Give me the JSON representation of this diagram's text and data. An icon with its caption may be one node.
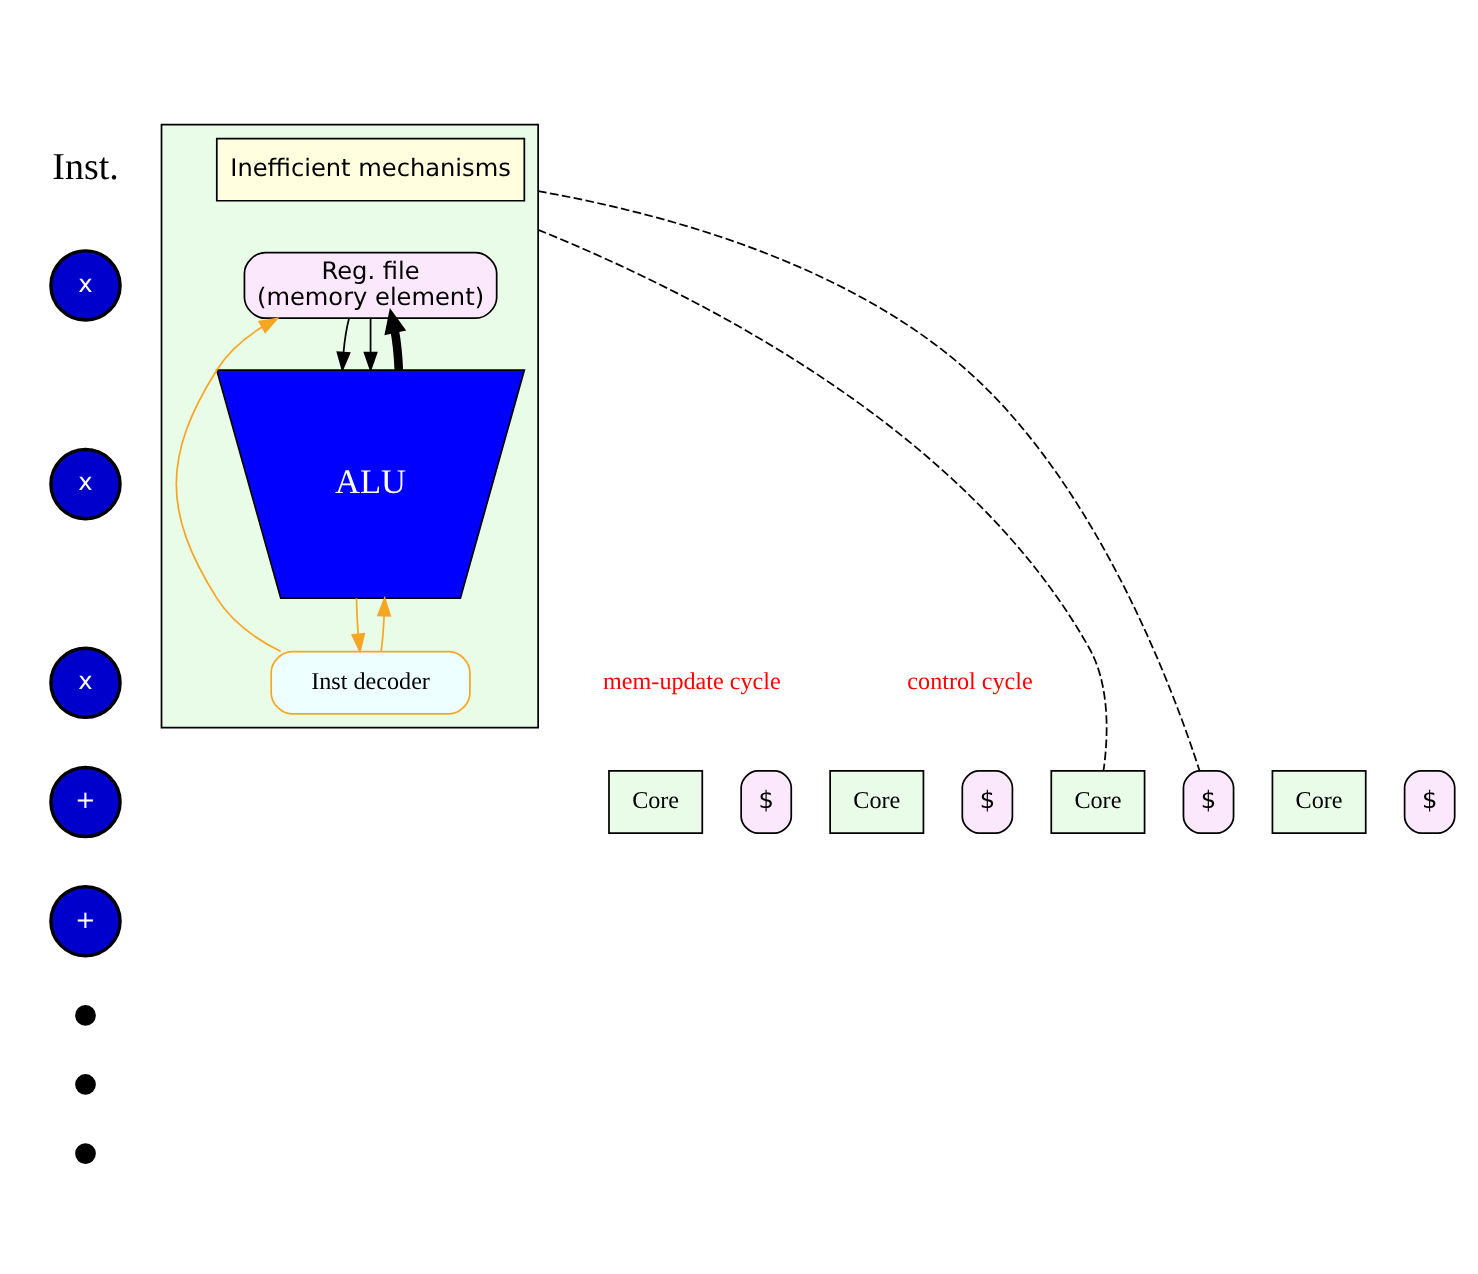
{
  "diagram": {
    "nodes": [
      {
        "text": [
          "x"
        ]
      },
      {
        "text": [
          "x"
        ]
      },
      {
        "text": [
          "x"
        ]
      },
      {
        "text": [
          "+"
        ]
      },
      {
        "text": [
          "+"
        ]
      },
      {
        "text": [],
        "shape": "circle"
      },
      {
        "text": [],
        "shape": "circle"
      },
      {
        "text": [],
        "shape": "circle"
      },
      {
        "text": [],
        "shape": "box"
      },
      {
        "text": [
          "Inefficient mechanisms"
        ],
        "in": 8
      },
      {
        "text": [
          "Reg. file",
          "(memory element)"
        ],
        "in": 8
      },
      {
        "text": [
          "ALU"
        ],
        "in": 8
      },
      {
        "text": [
          "Inst decoder"
        ],
        "in": 8
      },
      {
        "text": [
          "Core"
        ]
      },
      {
        "text": [
          "$"
        ]
      },
      {
        "text": [
          "Core"
        ]
      },
      {
        "text": [
          "$"
        ]
      },
      {
        "text": [
          "Core"
        ]
      },
      {
        "text": [
          "$"
        ]
      },
      {
        "text": [
          "Core"
        ]
      },
      {
        "text": [
          "$"
        ]
      }
    ],
    "edges": [
      {
        "from": 10,
        "to": 11,
        "arrow": "to"
      },
      {
        "from": 10,
        "to": 11,
        "arrow": "to"
      },
      {
        "from": 11,
        "to": 10,
        "arrow": "to",
        "style": "thick"
      },
      {
        "from": 12,
        "to": 10,
        "arrow": "to",
        "color": "#f5a623"
      },
      {
        "from": 12,
        "to": 11,
        "arrow": "to",
        "color": "#f5a623"
      },
      {
        "from": 11,
        "to": 12,
        "arrow": "to",
        "color": "#f5a623"
      },
      {
        "from": 8,
        "to": 17,
        "arrow": "none",
        "style": "dashed"
      },
      {
        "from": 8,
        "to": 18,
        "arrow": "none",
        "style": "dashed"
      }
    ],
    "labels": [
      "Inst.",
      "mem-update cycle",
      "control cycle"
    ]
  }
}
